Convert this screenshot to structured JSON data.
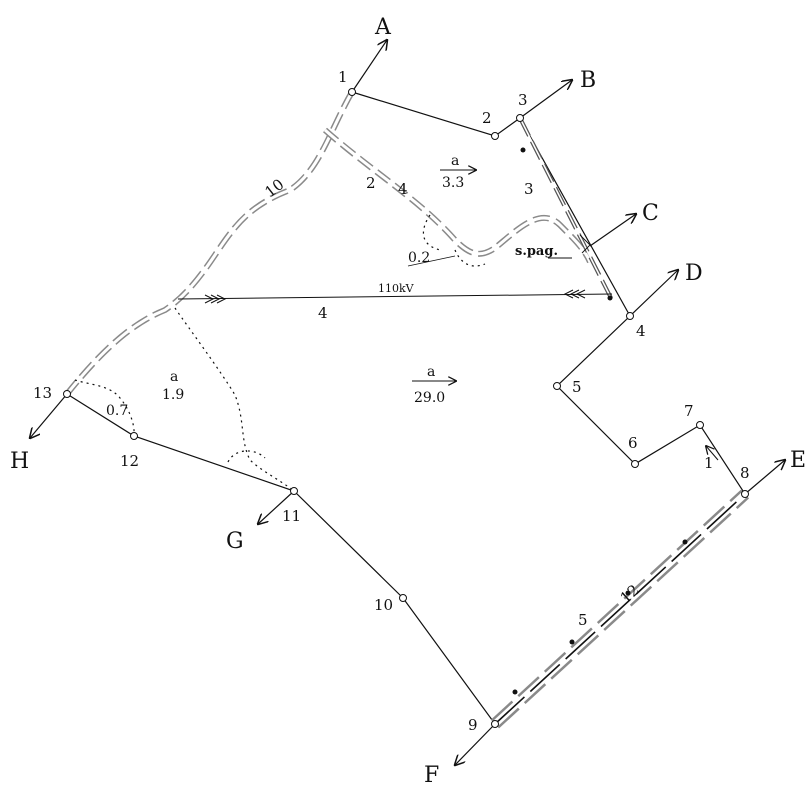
{
  "points": [
    {
      "id": "p1",
      "label": "1"
    },
    {
      "id": "p2",
      "label": "2"
    },
    {
      "id": "p3",
      "label": "3"
    },
    {
      "id": "p4",
      "label": "4"
    },
    {
      "id": "p5",
      "label": "5"
    },
    {
      "id": "p6",
      "label": "6"
    },
    {
      "id": "p7",
      "label": "7"
    },
    {
      "id": "p8",
      "label": "8"
    },
    {
      "id": "p9",
      "label": "9"
    },
    {
      "id": "p10",
      "label": "10"
    },
    {
      "id": "p11",
      "label": "11"
    },
    {
      "id": "p12",
      "label": "12"
    },
    {
      "id": "p13",
      "label": "13"
    }
  ],
  "directions": [
    "A",
    "B",
    "C",
    "D",
    "E",
    "F",
    "G",
    "H"
  ],
  "areas": {
    "main": {
      "letter": "a",
      "value": "29.0"
    },
    "upper": {
      "letter": "a",
      "value": "3.3"
    },
    "left": {
      "letter": "a",
      "value": "1.9"
    },
    "small_upper": "0.2",
    "small_left": "0.7"
  },
  "segments": {
    "upper_road": "2",
    "upper_road_width": "4",
    "left_road": "10",
    "right_strip": "3",
    "power_line_width": "4",
    "power_line": "110kV",
    "east_short": "1",
    "bottom_road": "5",
    "bottom_road_width": "12"
  },
  "annotations": {
    "s_pag": "s.pag."
  }
}
